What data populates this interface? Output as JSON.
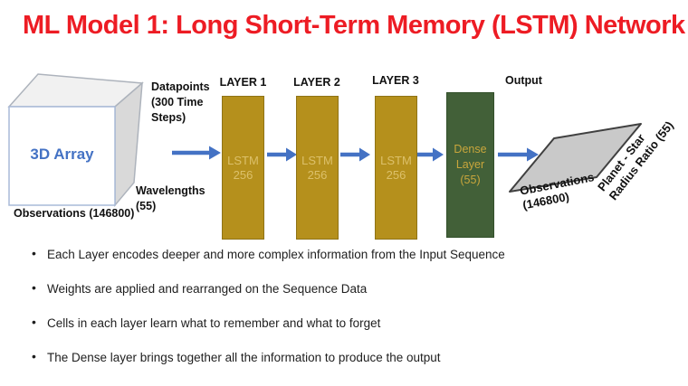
{
  "slide": {
    "title": "ML Model 1: Long Short-Term Memory (LSTM) Network"
  },
  "diagram": {
    "cube": {
      "label": "3D Array",
      "caption": [
        "Observations",
        "(146800)"
      ]
    },
    "datapoints_label": [
      "Datapoints",
      "(300 Time",
      "Steps)"
    ],
    "wavelengths_label": [
      "Wavelengths",
      "(55)"
    ],
    "layers": [
      {
        "header": "LAYER 1",
        "line1": "LSTM",
        "line2": "256"
      },
      {
        "header": "LAYER 2",
        "line1": "LSTM",
        "line2": "256"
      },
      {
        "header": "LAYER 3",
        "line1": "LSTM",
        "line2": "256"
      }
    ],
    "dense": {
      "lines": [
        "Dense",
        "Layer",
        "(55)"
      ]
    },
    "output": {
      "header": "Output",
      "observations": [
        "Observations",
        "(146800)"
      ],
      "ratio": [
        "Planet - Star",
        "Radius Ratio (55)"
      ]
    }
  },
  "bullets": [
    "Each Layer encodes deeper and more complex information from the Input Sequence",
    "Weights are applied and rearranged on the Sequence Data",
    "Cells in each layer learn what to remember and what to forget",
    "The Dense layer brings together all the information to produce the output"
  ],
  "colors": {
    "title_red": "#ED1C24",
    "arrow_blue": "#4472C4",
    "lstm_fill": "#B5901C",
    "lstm_text": "#DCC06A",
    "dense_fill": "#426038",
    "dense_text": "#C9A63C",
    "output_parallelogram_fill": "#C9C9C9",
    "array_label_blue": "#4472C4"
  }
}
